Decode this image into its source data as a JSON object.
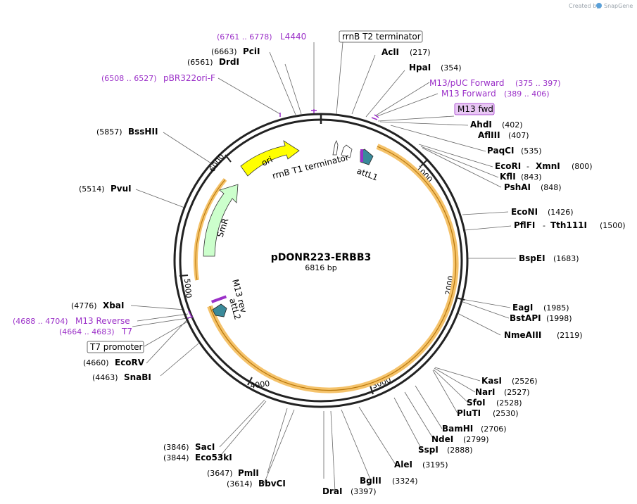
{
  "credit": {
    "created_by": "Created by",
    "brand": "SnapGene"
  },
  "plasmid": {
    "name": "pDONR223-ERBB3",
    "length_label": "6816 bp",
    "length": 6816
  },
  "ticks": [
    "1000",
    "2000",
    "3000",
    "4000",
    "5000",
    "6000"
  ],
  "features": [
    {
      "name": "ori",
      "label": "ori",
      "color": "#ffff00"
    },
    {
      "name": "smr",
      "label": "SmR",
      "color": "#ccffcc"
    },
    {
      "name": "rrnb-t1",
      "label": "rrnB T1 terminator",
      "color": "#ffffff"
    },
    {
      "name": "attl1",
      "label": "attL1",
      "color": "#3a8a9a"
    },
    {
      "name": "attl2",
      "label": "attL2",
      "color": "#3a8a9a"
    },
    {
      "name": "m13rev",
      "label": "M13 rev",
      "color": "#9b30c8"
    }
  ],
  "sites": [
    {
      "name": "AclI",
      "pos": "(217)"
    },
    {
      "name": "HpaI",
      "pos": "(354)"
    },
    {
      "name": "AhdI",
      "pos": "(402)"
    },
    {
      "name": "AflIII",
      "pos": "(407)"
    },
    {
      "name": "PaqCI",
      "pos": "(535)"
    },
    {
      "name": "EcoRI",
      "sep": " - ",
      "name2": "XmnI",
      "pos": "(800)"
    },
    {
      "name": "KflI",
      "pos": "(843)"
    },
    {
      "name": "PshAI",
      "pos": "(848)"
    },
    {
      "name": "EcoNI",
      "pos": "(1426)"
    },
    {
      "name": "PflFI",
      "sep": " - ",
      "name2": "Tth111I",
      "pos": "(1500)"
    },
    {
      "name": "BspEI",
      "pos": "(1683)"
    },
    {
      "name": "EagI",
      "pos": "(1985)"
    },
    {
      "name": "BstAPI",
      "pos": "(1998)"
    },
    {
      "name": "NmeAIII",
      "pos": "(2119)"
    },
    {
      "name": "KasI",
      "pos": "(2526)"
    },
    {
      "name": "NarI",
      "pos": "(2527)"
    },
    {
      "name": "SfoI",
      "pos": "(2528)"
    },
    {
      "name": "PluTI",
      "pos": "(2530)"
    },
    {
      "name": "BamHI",
      "pos": "(2706)"
    },
    {
      "name": "NdeI",
      "pos": "(2799)"
    },
    {
      "name": "SspI",
      "pos": "(2888)"
    },
    {
      "name": "AleI",
      "pos": "(3195)"
    },
    {
      "name": "BglII",
      "pos": "(3324)"
    },
    {
      "name": "DraI",
      "pos": "(3397)"
    },
    {
      "name": "PmlI",
      "pos": "(3647)"
    },
    {
      "name": "BbvCI",
      "pos": "(3614)"
    },
    {
      "name": "SacI",
      "pos": "(3846)"
    },
    {
      "name": "Eco53kI",
      "pos": "(3844)"
    },
    {
      "name": "SnaBI",
      "pos": "(4463)"
    },
    {
      "name": "EcoRV",
      "pos": "(4660)"
    },
    {
      "name": "XbaI",
      "pos": "(4776)"
    },
    {
      "name": "PvuI",
      "pos": "(5514)"
    },
    {
      "name": "BssHII",
      "pos": "(5857)"
    },
    {
      "name": "DrdI",
      "pos": "(6561)"
    },
    {
      "name": "PciI",
      "pos": "(6663)"
    }
  ],
  "primers": [
    {
      "name": "L4440",
      "pos": "(6761 .. 6778)"
    },
    {
      "name": "pBR322ori-F",
      "pos": "(6508 .. 6527)"
    },
    {
      "name": "M13/pUC Forward",
      "pos": "(375 .. 397)"
    },
    {
      "name": "M13 Forward",
      "pos": "(389 .. 406)"
    },
    {
      "name": "M13 Reverse",
      "pos": "(4688 .. 4704)"
    },
    {
      "name": "T7",
      "pos": "(4664 .. 4683)"
    }
  ],
  "boxes": [
    {
      "name": "rrnB T2 terminator"
    },
    {
      "name": "M13 fwd"
    },
    {
      "name": "T7 promoter"
    }
  ],
  "colors": {
    "backbone": "#222222",
    "orf_highlight": "#f5c36b",
    "primer": "#9b30c8",
    "primer_box_fill": "#e9c7f5"
  }
}
